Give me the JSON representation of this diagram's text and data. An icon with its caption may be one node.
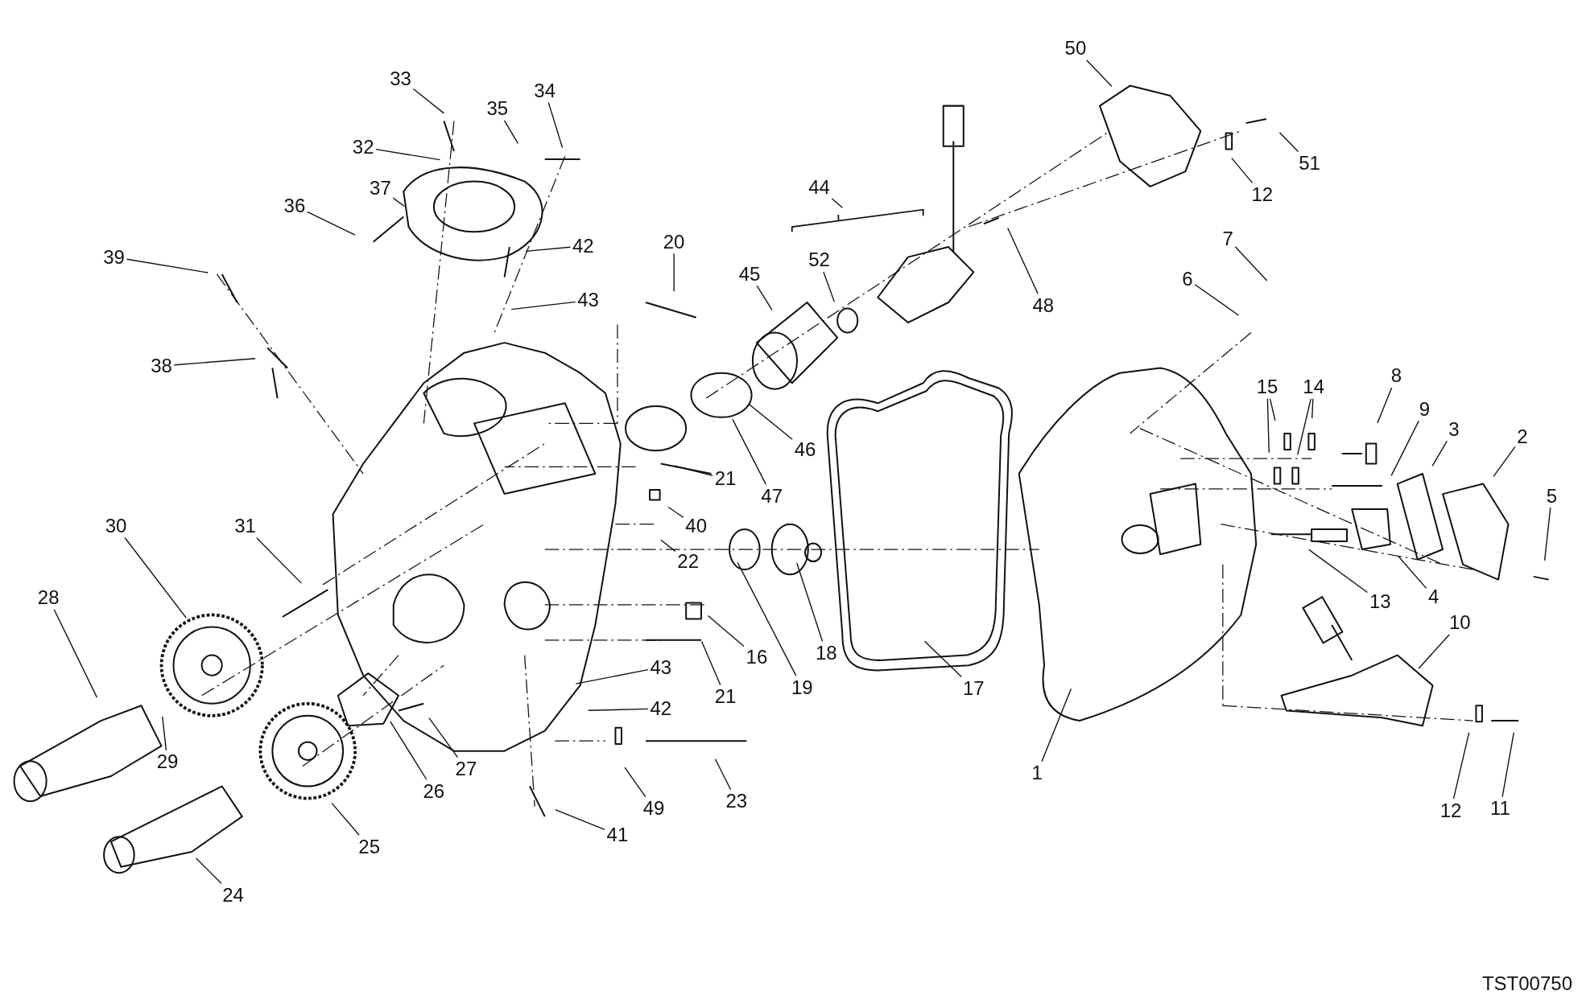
{
  "diagram": {
    "nodes": [
      {
        "text": [
          "50"
        ]
      },
      {
        "text": [
          "33"
        ]
      },
      {
        "text": [
          "34"
        ]
      },
      {
        "text": [
          "35"
        ]
      },
      {
        "text": [
          "32"
        ]
      },
      {
        "text": [
          "51"
        ]
      },
      {
        "text": [
          "37"
        ]
      },
      {
        "text": [
          "12"
        ]
      },
      {
        "text": [
          "44"
        ]
      },
      {
        "text": [
          "36"
        ]
      },
      {
        "text": [
          "7"
        ]
      },
      {
        "text": [
          "20"
        ]
      },
      {
        "text": [
          "42"
        ]
      },
      {
        "text": [
          "52"
        ]
      },
      {
        "text": [
          "39"
        ]
      },
      {
        "text": [
          "45"
        ]
      },
      {
        "text": [
          "6"
        ]
      },
      {
        "text": [
          "43"
        ]
      },
      {
        "text": [
          "48"
        ]
      },
      {
        "text": [
          "38"
        ]
      },
      {
        "text": [
          "8"
        ]
      },
      {
        "text": [
          "15"
        ]
      },
      {
        "text": [
          "14"
        ]
      },
      {
        "text": [
          "9"
        ]
      },
      {
        "text": [
          "3"
        ]
      },
      {
        "text": [
          "2"
        ]
      },
      {
        "text": [
          "46"
        ]
      },
      {
        "text": [
          "21"
        ]
      },
      {
        "text": [
          "47"
        ]
      },
      {
        "text": [
          "5"
        ]
      },
      {
        "text": [
          "40"
        ]
      },
      {
        "text": [
          "30"
        ]
      },
      {
        "text": [
          "31"
        ]
      },
      {
        "text": [
          "22"
        ]
      },
      {
        "text": [
          "4"
        ]
      },
      {
        "text": [
          "28"
        ]
      },
      {
        "text": [
          "13"
        ]
      },
      {
        "text": [
          "10"
        ]
      },
      {
        "text": [
          "18"
        ]
      },
      {
        "text": [
          "16"
        ]
      },
      {
        "text": [
          "43"
        ]
      },
      {
        "text": [
          "19"
        ]
      },
      {
        "text": [
          "17"
        ]
      },
      {
        "text": [
          "21"
        ]
      },
      {
        "text": [
          "42"
        ]
      },
      {
        "text": [
          "29"
        ]
      },
      {
        "text": [
          "27"
        ]
      },
      {
        "text": [
          "1"
        ]
      },
      {
        "text": [
          "26"
        ]
      },
      {
        "text": [
          "23"
        ]
      },
      {
        "text": [
          "11"
        ]
      },
      {
        "text": [
          "49"
        ]
      },
      {
        "text": [
          "12"
        ]
      },
      {
        "text": [
          "41"
        ]
      },
      {
        "text": [
          "25"
        ]
      },
      {
        "text": [
          "24"
        ]
      },
      {
        "text": [],
        "shape": "bracket"
      }
    ],
    "edges": [
      {
        "from": 0,
        "to": null,
        "arrow": "none"
      },
      {
        "from": 1,
        "to": null,
        "arrow": "none"
      },
      {
        "from": 2,
        "to": null,
        "arrow": "none"
      },
      {
        "from": 3,
        "to": null,
        "arrow": "none"
      },
      {
        "from": 4,
        "to": null,
        "arrow": "none"
      },
      {
        "from": 5,
        "to": null,
        "arrow": "none"
      },
      {
        "from": 6,
        "to": null,
        "arrow": "none"
      },
      {
        "from": 7,
        "to": null,
        "arrow": "none"
      },
      {
        "from": 8,
        "to": 56,
        "arrow": "none"
      },
      {
        "from": 9,
        "to": null,
        "arrow": "none"
      },
      {
        "from": 10,
        "to": null,
        "arrow": "none"
      },
      {
        "from": 11,
        "to": null,
        "arrow": "none"
      },
      {
        "from": 12,
        "to": null,
        "arrow": "none"
      },
      {
        "from": 13,
        "to": null,
        "arrow": "none"
      },
      {
        "from": 14,
        "to": null,
        "arrow": "none"
      },
      {
        "from": 15,
        "to": null,
        "arrow": "none"
      },
      {
        "from": 16,
        "to": null,
        "arrow": "none"
      },
      {
        "from": 17,
        "to": null,
        "arrow": "none"
      },
      {
        "from": 18,
        "to": null,
        "arrow": "none"
      },
      {
        "from": 19,
        "to": null,
        "arrow": "none"
      },
      {
        "from": 20,
        "to": null,
        "arrow": "none"
      },
      {
        "from": 21,
        "to": null,
        "arrow": "none"
      },
      {
        "from": 21,
        "to": null,
        "arrow": "none"
      },
      {
        "from": 22,
        "to": null,
        "arrow": "none"
      },
      {
        "from": 22,
        "to": null,
        "arrow": "none"
      },
      {
        "from": 23,
        "to": null,
        "arrow": "none"
      },
      {
        "from": 24,
        "to": null,
        "arrow": "none"
      },
      {
        "from": 25,
        "to": null,
        "arrow": "none"
      },
      {
        "from": 26,
        "to": null,
        "arrow": "none"
      },
      {
        "from": 27,
        "to": null,
        "arrow": "none"
      },
      {
        "from": 28,
        "to": null,
        "arrow": "none"
      },
      {
        "from": 29,
        "to": null,
        "arrow": "none"
      },
      {
        "from": 30,
        "to": null,
        "arrow": "none"
      },
      {
        "from": 31,
        "to": null,
        "arrow": "none"
      },
      {
        "from": 32,
        "to": null,
        "arrow": "none"
      },
      {
        "from": 33,
        "to": null,
        "arrow": "none"
      },
      {
        "from": 34,
        "to": null,
        "arrow": "none"
      },
      {
        "from": 35,
        "to": null,
        "arrow": "none"
      },
      {
        "from": 36,
        "to": null,
        "arrow": "none"
      },
      {
        "from": 37,
        "to": null,
        "arrow": "none"
      },
      {
        "from": 38,
        "to": null,
        "arrow": "none"
      },
      {
        "from": 39,
        "to": null,
        "arrow": "none"
      },
      {
        "from": 40,
        "to": null,
        "arrow": "none"
      },
      {
        "from": 41,
        "to": null,
        "arrow": "none"
      },
      {
        "from": 42,
        "to": null,
        "arrow": "none"
      },
      {
        "from": 43,
        "to": null,
        "arrow": "none"
      },
      {
        "from": 44,
        "to": null,
        "arrow": "none"
      },
      {
        "from": 45,
        "to": null,
        "arrow": "none"
      },
      {
        "from": 46,
        "to": null,
        "arrow": "none"
      },
      {
        "from": 47,
        "to": null,
        "arrow": "none"
      },
      {
        "from": 48,
        "to": null,
        "arrow": "none"
      },
      {
        "from": 49,
        "to": null,
        "arrow": "none"
      },
      {
        "from": 50,
        "to": null,
        "arrow": "none"
      },
      {
        "from": 51,
        "to": null,
        "arrow": "none"
      },
      {
        "from": 52,
        "to": null,
        "arrow": "none"
      },
      {
        "from": 53,
        "to": null,
        "arrow": "none"
      },
      {
        "from": 54,
        "to": null,
        "arrow": "none"
      },
      {
        "from": 55,
        "to": null,
        "arrow": "none"
      }
    ],
    "labels": [
      "TST00750"
    ]
  }
}
